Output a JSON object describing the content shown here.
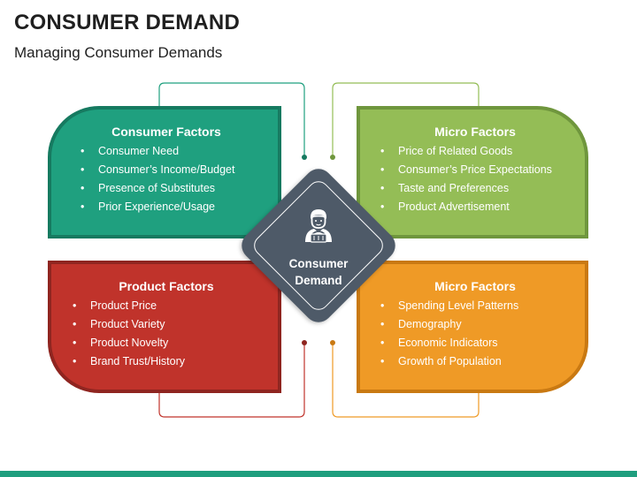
{
  "header": {
    "title": "CONSUMER DEMAND",
    "subtitle": "Managing Consumer Demands"
  },
  "center": {
    "label_line1": "Consumer",
    "label_line2": "Demand",
    "icon": "person-with-basket-icon"
  },
  "panels": {
    "top_left": {
      "title": "Consumer Factors",
      "color": "#1fa07f",
      "items": [
        "Consumer Need",
        "Consumer’s Income/Budget",
        "Presence of Substitutes",
        "Prior Experience/Usage"
      ]
    },
    "top_right": {
      "title": "Micro Factors",
      "color": "#94bd56",
      "items": [
        "Price of Related Goods",
        "Consumer’s Price Expectations",
        "Taste and Preferences",
        "Product Advertisement"
      ]
    },
    "bottom_left": {
      "title": "Product Factors",
      "color": "#c0332b",
      "items": [
        "Product Price",
        "Product Variety",
        "Product Novelty",
        "Brand Trust/History"
      ]
    },
    "bottom_right": {
      "title": "Micro Factors",
      "color": "#ef9a26",
      "items": [
        "Spending Level Patterns",
        "Demography",
        "Economic Indicators",
        "Growth of Population"
      ]
    }
  },
  "bullet": "•",
  "colors": {
    "center": "#4e5a68",
    "footer": "#1f9e7e"
  }
}
